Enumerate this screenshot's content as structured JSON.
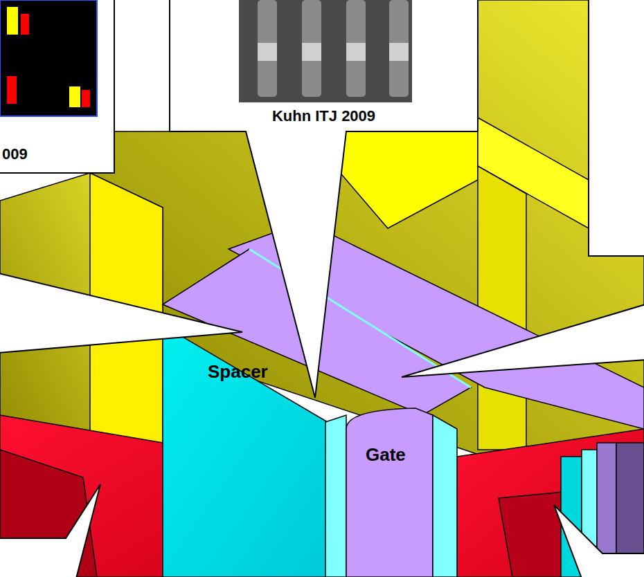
{
  "diagram": {
    "nodes": [
      {
        "text": [
          "009"
        ]
      },
      {
        "text": [
          "Kuhn ITJ 2009"
        ]
      }
    ],
    "labels": [
      "Spacer",
      "Gate"
    ]
  }
}
